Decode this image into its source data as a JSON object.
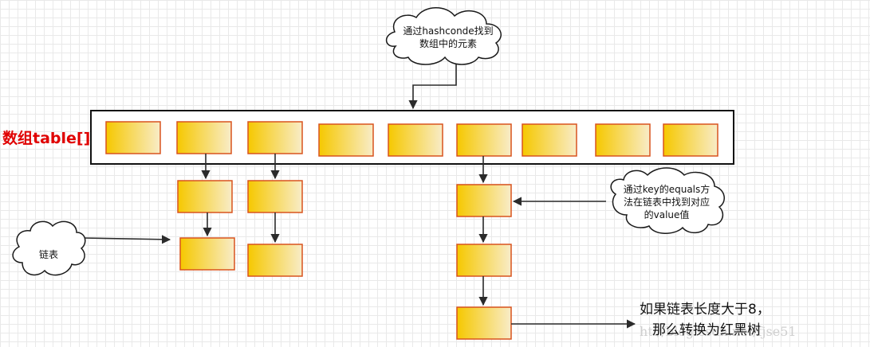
{
  "colors": {
    "cell_gradient_start": "#f6c800",
    "cell_gradient_end": "#f8ecc8",
    "cell_border": "#d9531e",
    "label_red": "#e00000",
    "arrow": "#2b2b2b"
  },
  "array_label": "数组table[]",
  "clouds": {
    "hash": [
      "通过hashconde找到",
      "数组中的元素"
    ],
    "list": [
      "链表"
    ],
    "equals": [
      "通过key的equals方",
      "法在链表中找到对应",
      "的value值"
    ]
  },
  "note": [
    "如果链表长度大于8，",
    "那么转换为红黑树"
  ],
  "watermark": "ht://blog.csdn.net/fjse51"
}
